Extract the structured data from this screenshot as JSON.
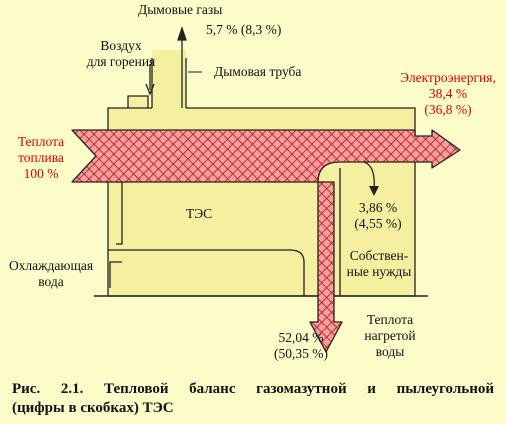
{
  "labels": {
    "flue_gases": "Дымовые газы",
    "flue_gases_value": "5,7 % (8,3 %)",
    "air_line1": "Воздух",
    "air_line2": "для горения",
    "chimney": "Дымовая труба",
    "electricity_line1": "Электроэнергия,",
    "electricity_line2": "38,4 %",
    "electricity_line3": "(36,8 %)",
    "fuel_heat_line1": "Теплота",
    "fuel_heat_line2": "топлива",
    "fuel_heat_line3": "100 %",
    "plant": "ТЭС",
    "losses_line1": "3,86 %",
    "losses_line2": "(4,55 %)",
    "own_needs_line1": "Собствен-",
    "own_needs_line2": "ные нужды",
    "cooling_line1": "Охлаждающая",
    "cooling_line2": "вода",
    "cooling_value_line1": "52,04 %",
    "cooling_value_line2": "(50,35 %)",
    "heated_line1": "Теплота",
    "heated_line2": "нагретой",
    "heated_line3": "воды"
  },
  "caption": {
    "line1": "Рис. 2.1. Тепловой баланс газомазутной и пылеугольной",
    "line2": "(цифры в скобках) ТЭС"
  },
  "colors": {
    "background": "#fcfcc8",
    "block_fill": "#f5f0a0",
    "flow_fill": "#f4a0a0",
    "flow_hatch": "#c01010",
    "accent_text": "#e00000"
  }
}
